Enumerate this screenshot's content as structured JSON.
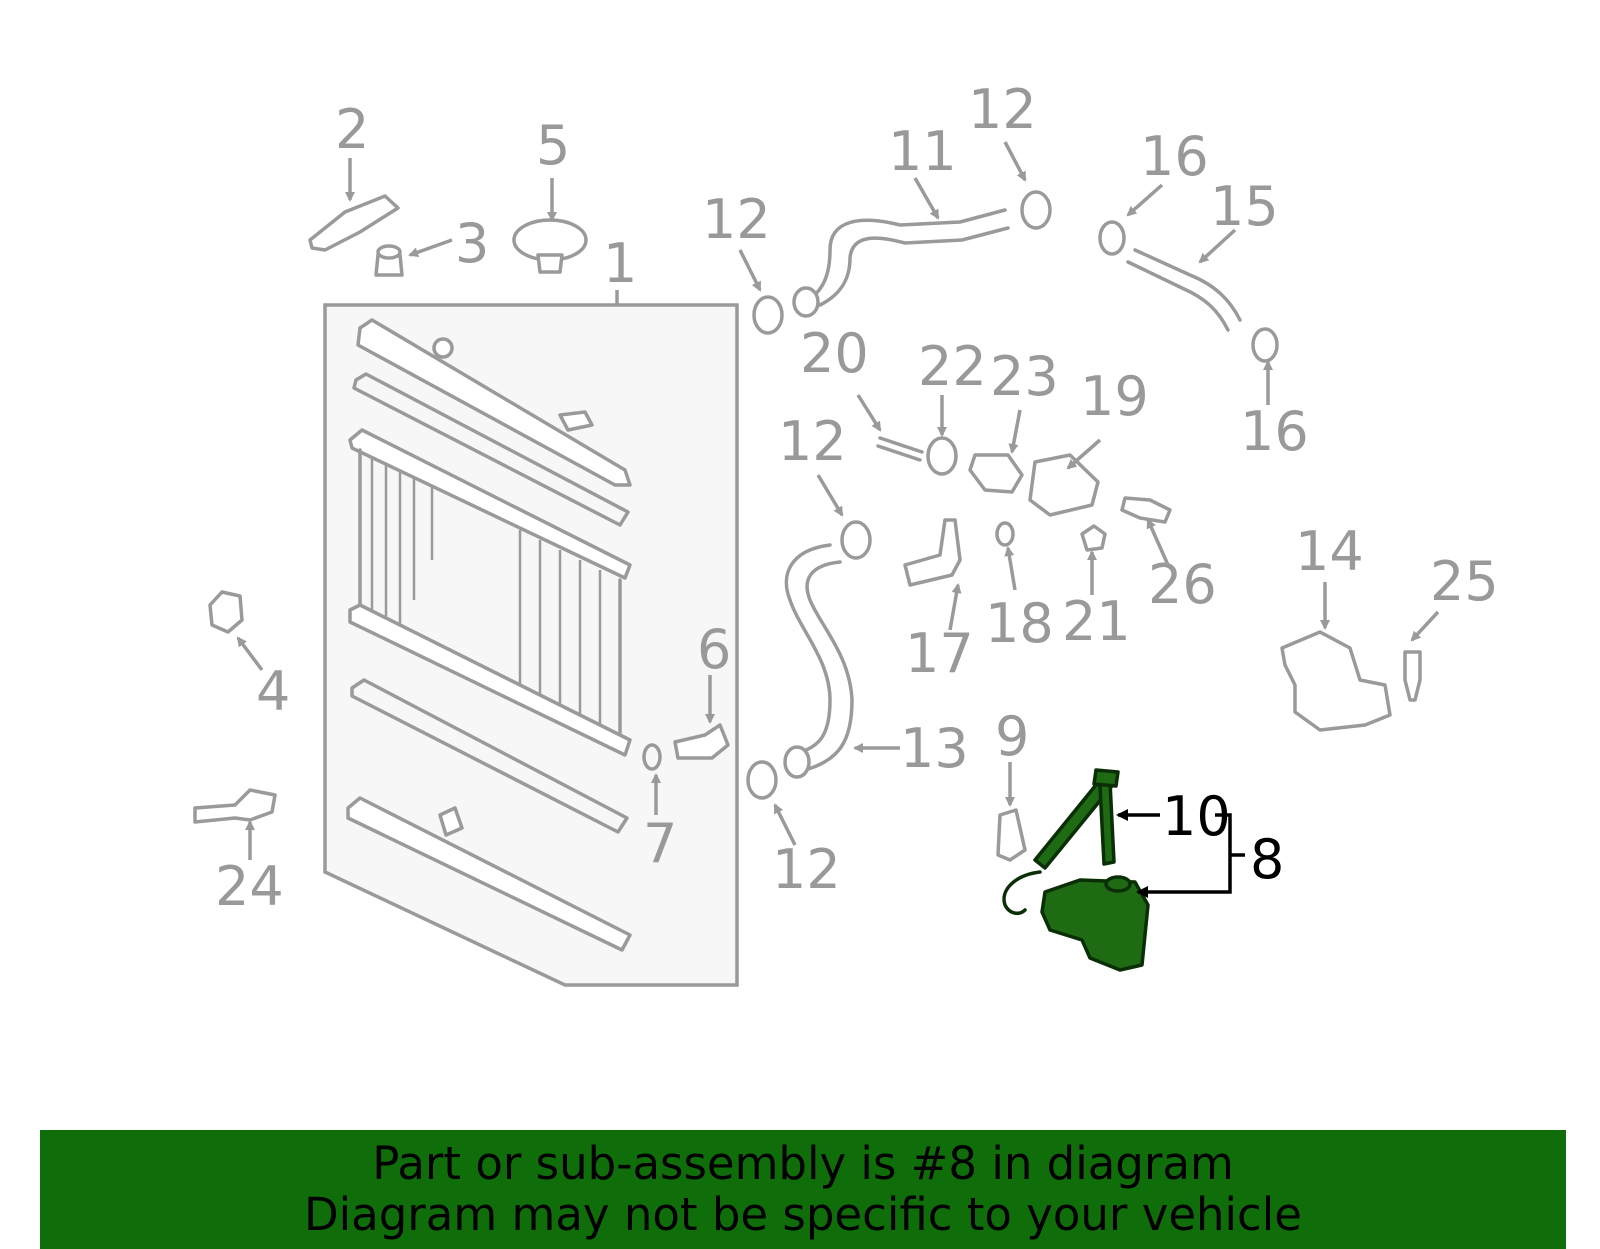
{
  "callouts": [
    {
      "id": "1",
      "label": "1"
    },
    {
      "id": "2",
      "label": "2"
    },
    {
      "id": "3",
      "label": "3"
    },
    {
      "id": "4",
      "label": "4"
    },
    {
      "id": "5",
      "label": "5"
    },
    {
      "id": "6",
      "label": "6"
    },
    {
      "id": "7",
      "label": "7"
    },
    {
      "id": "8",
      "label": "8",
      "highlighted": true
    },
    {
      "id": "9",
      "label": "9"
    },
    {
      "id": "10",
      "label": "10",
      "highlighted": true
    },
    {
      "id": "11",
      "label": "11"
    },
    {
      "id": "12a",
      "label": "12"
    },
    {
      "id": "12b",
      "label": "12"
    },
    {
      "id": "12c",
      "label": "12"
    },
    {
      "id": "12d",
      "label": "12"
    },
    {
      "id": "13",
      "label": "13"
    },
    {
      "id": "14",
      "label": "14"
    },
    {
      "id": "15",
      "label": "15"
    },
    {
      "id": "16a",
      "label": "16"
    },
    {
      "id": "16b",
      "label": "16"
    },
    {
      "id": "17",
      "label": "17"
    },
    {
      "id": "18",
      "label": "18"
    },
    {
      "id": "19",
      "label": "19"
    },
    {
      "id": "20",
      "label": "20"
    },
    {
      "id": "21",
      "label": "21"
    },
    {
      "id": "22",
      "label": "22"
    },
    {
      "id": "23",
      "label": "23"
    },
    {
      "id": "24",
      "label": "24"
    },
    {
      "id": "25",
      "label": "25"
    },
    {
      "id": "26",
      "label": "26"
    }
  ],
  "banner": {
    "line1": "Part or sub-assembly is #8 in diagram",
    "line2": "Diagram may not be specific to your vehicle"
  },
  "colors": {
    "highlight": "#1e6b14",
    "banner": "#0f6e0a",
    "part_stroke": "#9a9a9a"
  }
}
